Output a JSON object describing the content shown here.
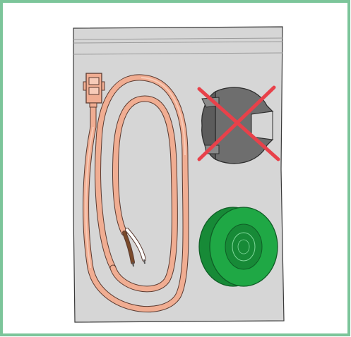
{
  "figure": {
    "border_color": "#7cc59a",
    "bag_color": "#d6d6d6",
    "parts": [
      {
        "name": "cable",
        "icon": "salmon-cable-with-connector-icon",
        "color": "#f0ad92",
        "excluded": false
      },
      {
        "name": "grommet",
        "icon": "grey-split-grommet-icon",
        "color": "#7d7d7d",
        "excluded": true
      },
      {
        "name": "ring",
        "icon": "green-ring-icon",
        "color": "#1fa845",
        "excluded": false
      }
    ],
    "exclusion_mark": {
      "icon": "red-cross-icon",
      "color": "#e8414a"
    }
  }
}
